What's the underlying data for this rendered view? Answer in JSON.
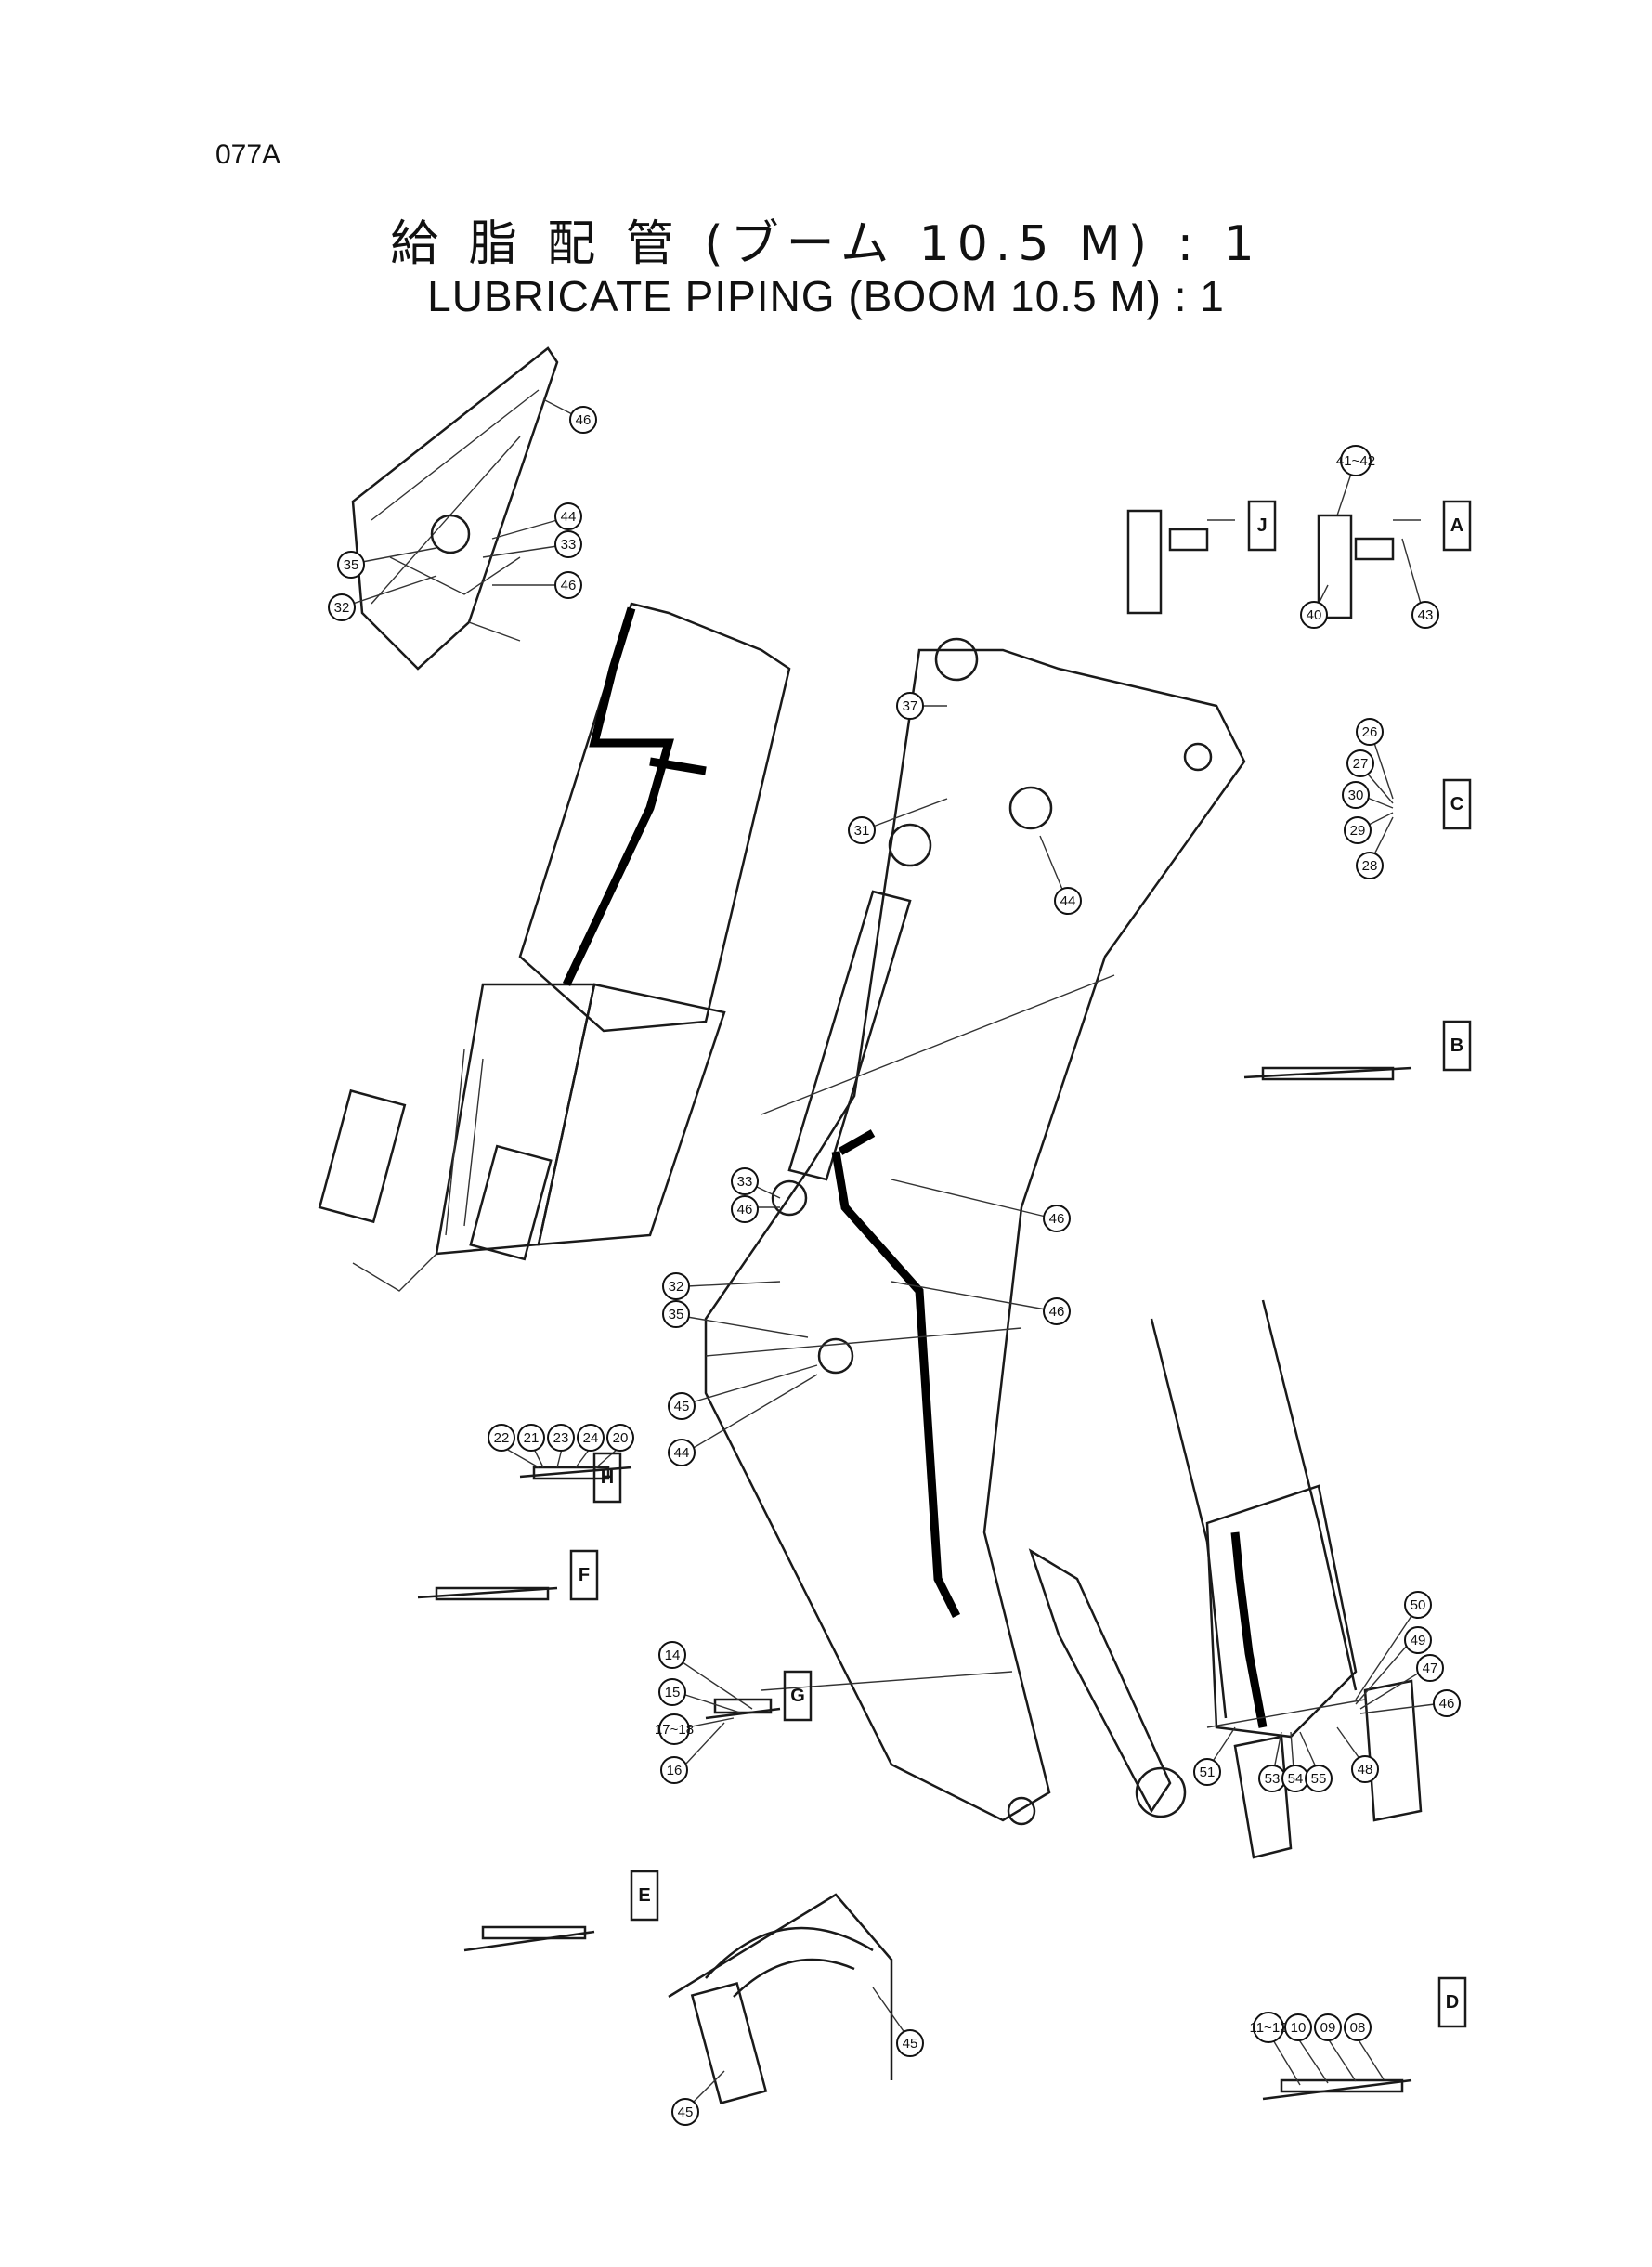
{
  "page_code": "077A",
  "title_jp": "給 脂 配 管 (ブーム 10.5 M) : 1",
  "title_en": "LUBRICATE  PIPING (BOOM  10.5 M) : 1",
  "views": [
    "A",
    "B",
    "C",
    "D",
    "E",
    "F",
    "G",
    "H",
    "J"
  ],
  "callouts": {
    "top_left": [
      "46",
      "35",
      "44",
      "33",
      "46",
      "32"
    ],
    "boom_middle": [
      "37",
      "31",
      "44",
      "33",
      "46",
      "32",
      "35",
      "45",
      "44",
      "46",
      "46"
    ],
    "view_a": [
      "41~42",
      "40",
      "43"
    ],
    "view_c": [
      "26",
      "27",
      "30",
      "29",
      "28"
    ],
    "view_h": [
      "22",
      "21",
      "23",
      "24",
      "20"
    ],
    "view_g": [
      "14",
      "15",
      "17~18",
      "16"
    ],
    "arm_tip": [
      "50",
      "49",
      "47",
      "46",
      "48",
      "51",
      "53",
      "54",
      "55"
    ],
    "view_d": [
      "11~12",
      "10",
      "09",
      "08"
    ],
    "bottom": [
      "45",
      "45"
    ]
  }
}
